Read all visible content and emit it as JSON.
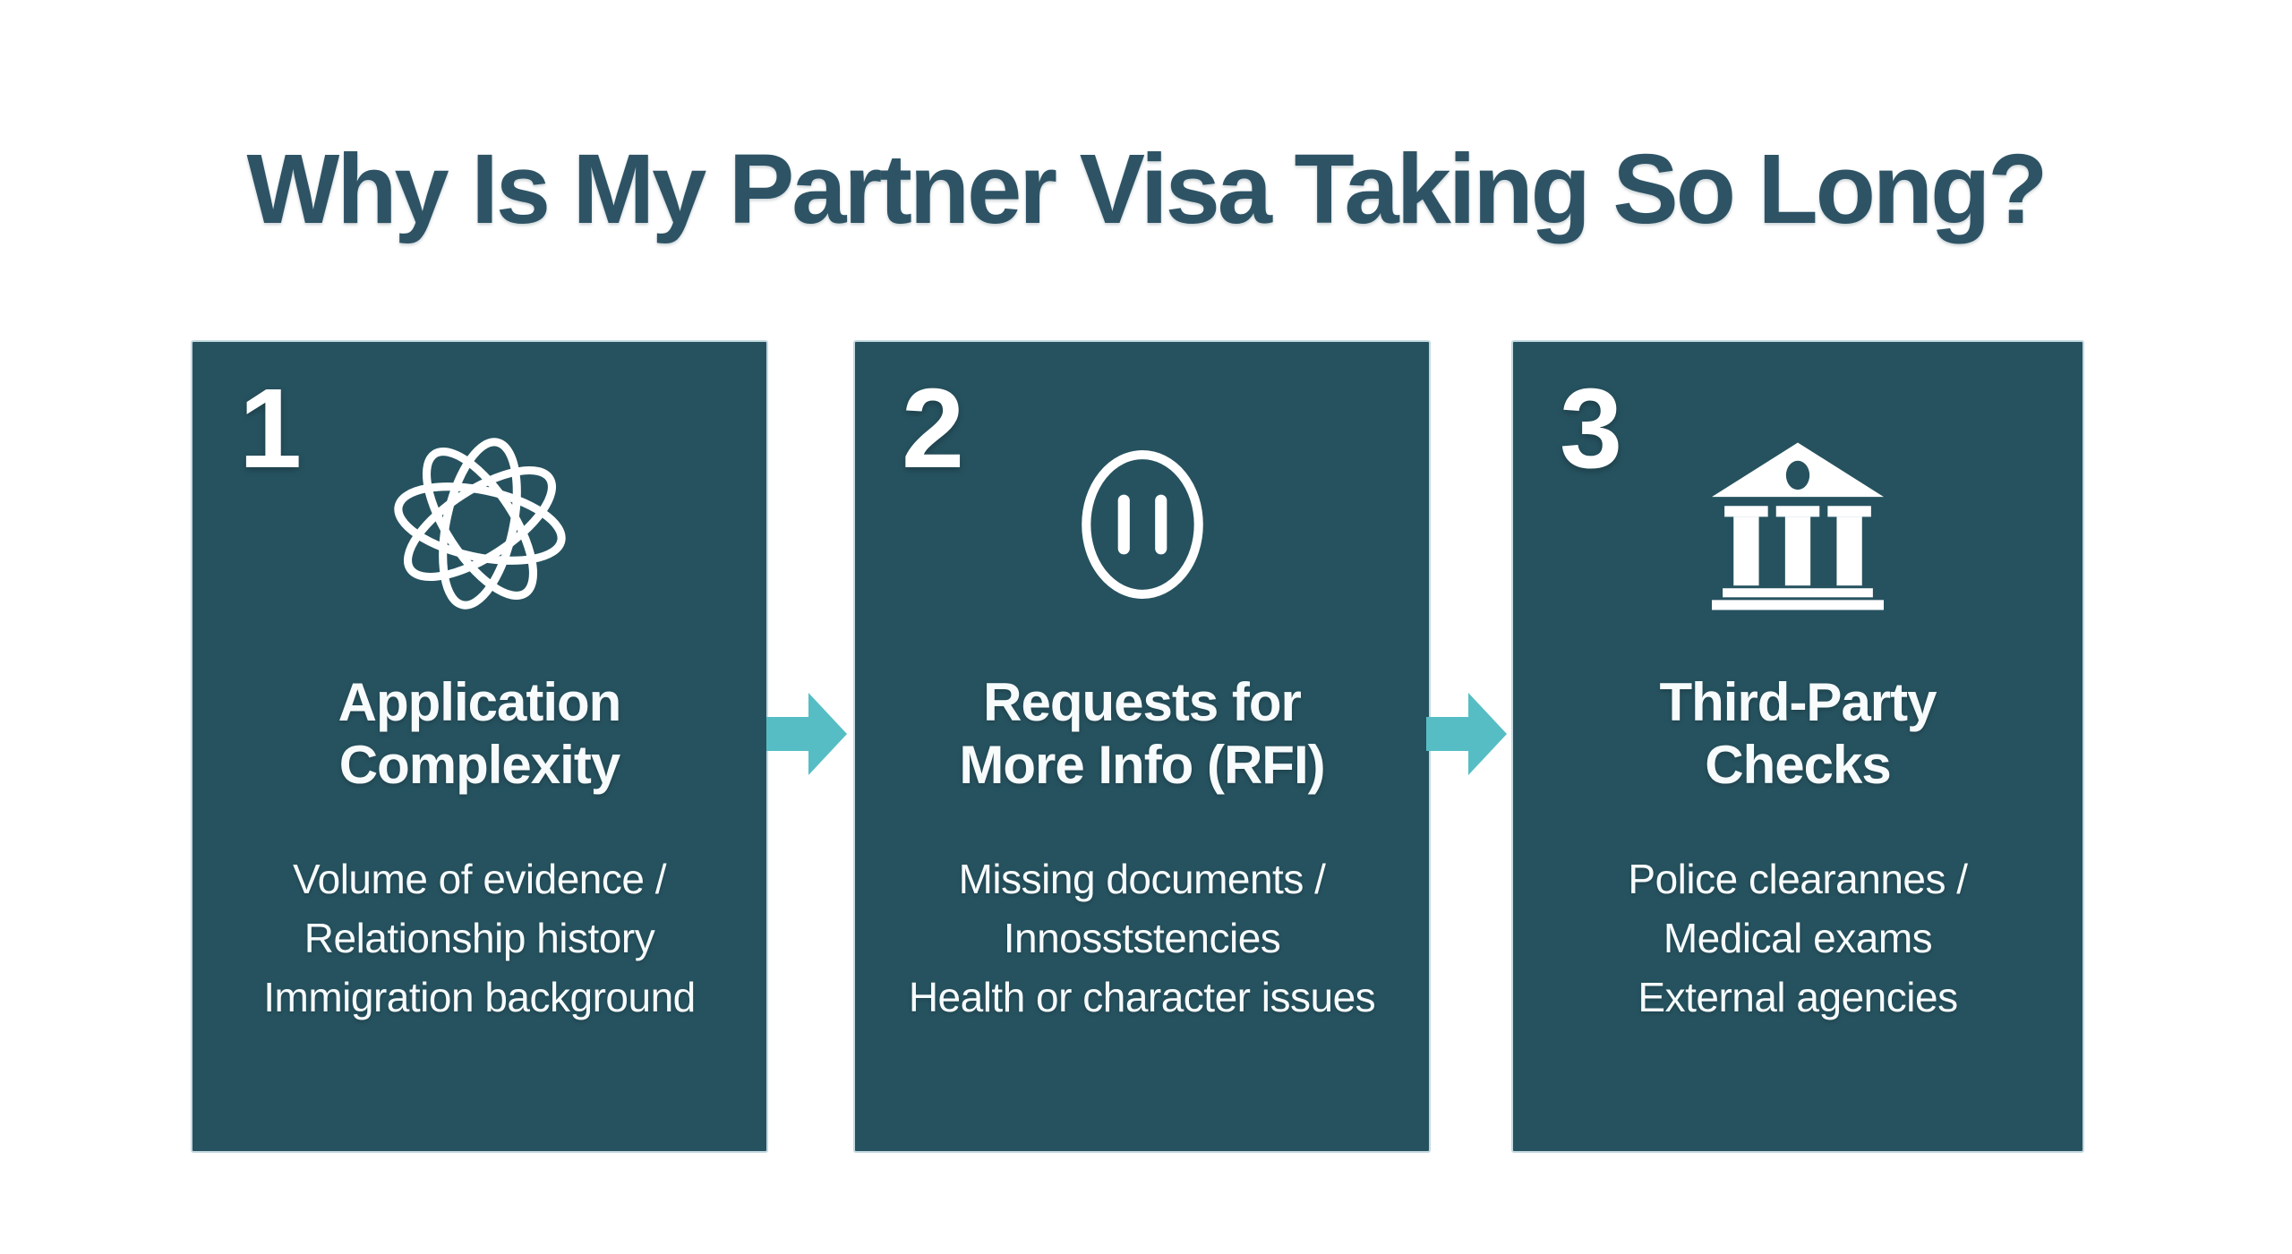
{
  "title": "Why Is My Partner Visa Taking So Long?",
  "colors": {
    "page_bg": "#ffffff",
    "card_bg": "#26525f",
    "card_border": "#c3d9e0",
    "title_color": "#2e5365",
    "text_color": "#f7fbfc",
    "icon_color": "#ffffff",
    "arrow_color": "#57bdc4"
  },
  "cards": [
    {
      "number": "1",
      "icon": "atom-icon",
      "heading_line1": "Application",
      "heading_line2": "Complexity",
      "body_lines": [
        "Volume of evidence /",
        "Relationship history",
        "Immigration background"
      ]
    },
    {
      "number": "2",
      "icon": "pause-circle-icon",
      "heading_line1": "Requests for",
      "heading_line2": "More Info (RFI)",
      "body_lines": [
        "Missing documents /",
        "Innosststencies",
        "Health or character issues"
      ]
    },
    {
      "number": "3",
      "icon": "bank-icon",
      "heading_line1": "Third-Party",
      "heading_line2": "Checks",
      "body_lines": [
        "Police clearannes /",
        "Medical exams",
        "External agencies"
      ]
    }
  ]
}
